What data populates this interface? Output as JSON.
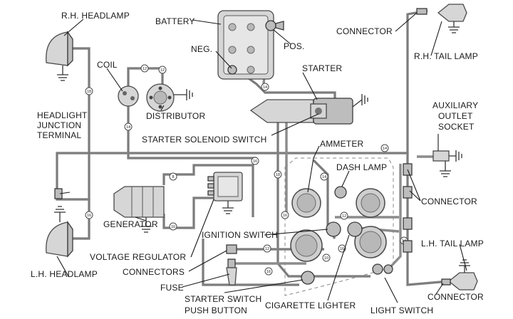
{
  "labels": {
    "rh_headlamp": "R.H. HEADLAMP",
    "coil": "COIL",
    "headlight_junction_1": "HEADLIGHT",
    "headlight_junction_2": "JUNCTION",
    "headlight_junction_3": "TERMINAL",
    "battery": "BATTERY",
    "neg": "NEG.",
    "pos": "POS.",
    "starter": "STARTER",
    "distributor": "DISTRIBUTOR",
    "starter_solenoid": "STARTER SOLENOID SWITCH",
    "connector_top": "CONNECTOR",
    "rh_tail_lamp": "R.H. TAIL LAMP",
    "aux_1": "AUXILIARY",
    "aux_2": "OUTLET",
    "aux_3": "SOCKET",
    "ammeter": "AMMETER",
    "dash_lamp": "DASH LAMP",
    "connector_mid": "CONNECTOR",
    "generator": "GENERATOR",
    "ignition_switch": "IGNITION SWITCH",
    "voltage_regulator": "VOLTAGE REGULATOR",
    "lh_tail_lamp": "L.H. TAIL LAMP",
    "connectors": "CONNECTORS",
    "lh_headlamp": "L.H. HEADLAMP",
    "fuse": "FUSE",
    "starter_switch_1": "STARTER SWITCH",
    "starter_switch_2": "PUSH BUTTON",
    "cigarette_lighter": "CIGARETTE LIGHTER",
    "connector_bottom": "CONNECTOR",
    "light_switch": "LIGHT SWITCH"
  },
  "wire_tags": [
    "18",
    "12",
    "14",
    "12",
    "16",
    "14",
    "18",
    "14",
    "16",
    "8",
    "16",
    "16",
    "14",
    "12",
    "10",
    "16",
    "12",
    "14",
    "16"
  ]
}
